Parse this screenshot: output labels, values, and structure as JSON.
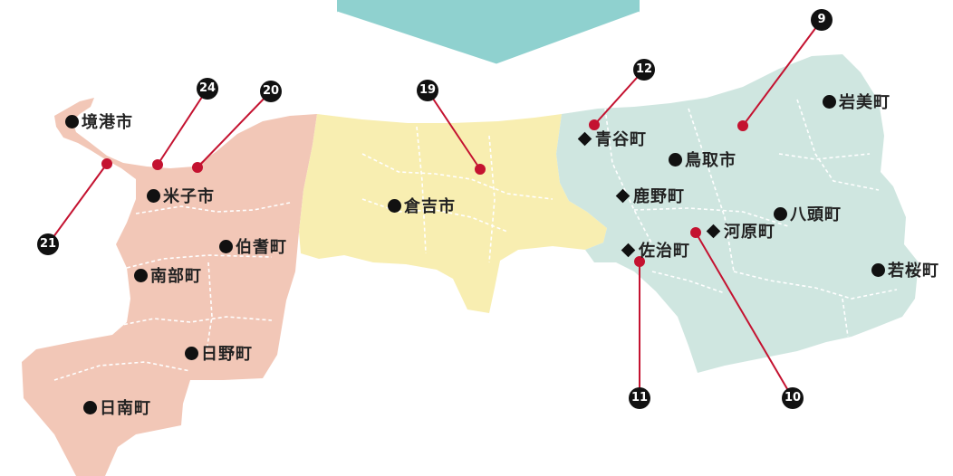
{
  "colors": {
    "west": "#f2c7b7",
    "central": "#f8eeb1",
    "east": "#cfe6e0",
    "banner": "#8fd1cf",
    "leader": "#c41230"
  },
  "labels": {
    "sakaiminato": "境港市",
    "yonago": "米子市",
    "hoki": "伯耆町",
    "nanbu": "南部町",
    "hino": "日野町",
    "nichinan": "日南町",
    "kurayoshi": "倉吉市",
    "aoya": "青谷町",
    "tottori": "鳥取市",
    "shikano": "鹿野町",
    "kawahara": "河原町",
    "saji": "佐治町",
    "iwami": "岩美町",
    "yazu": "八頭町",
    "wakasa": "若桜町"
  },
  "callouts": {
    "n9": "9",
    "n10": "10",
    "n11": "11",
    "n12": "12",
    "n19": "19",
    "n20": "20",
    "n21": "21",
    "n24": "24"
  }
}
